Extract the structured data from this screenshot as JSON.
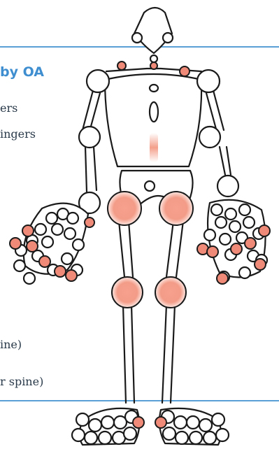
{
  "legend": {
    "title": "by OA",
    "lines": [
      "ers",
      "ingers",
      "ine)",
      "r spine)"
    ]
  },
  "colors": {
    "rule": "#5aa0d6",
    "title": "#3e8ed0",
    "affected_joint": "#f08a78",
    "outline": "#1a1a1a"
  }
}
